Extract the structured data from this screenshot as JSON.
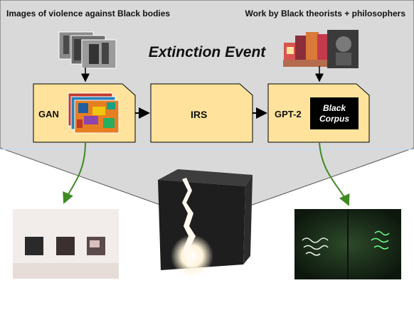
{
  "labels": {
    "left_source": "Images of violence against Black bodies",
    "right_source": "Work by Black theorists + philosophers",
    "title": "Extinction Event"
  },
  "nodes": {
    "gan": "GAN",
    "irs": "IRS",
    "gpt2": "GPT-2",
    "corpus_line1": "Black",
    "corpus_line2": "Corpus"
  },
  "colors": {
    "panel": "#d9d9d9",
    "node_fill": "#ffe39c",
    "node_stroke": "#000000",
    "green_arrow": "#3f8a24",
    "corpus_box": "#000000"
  }
}
